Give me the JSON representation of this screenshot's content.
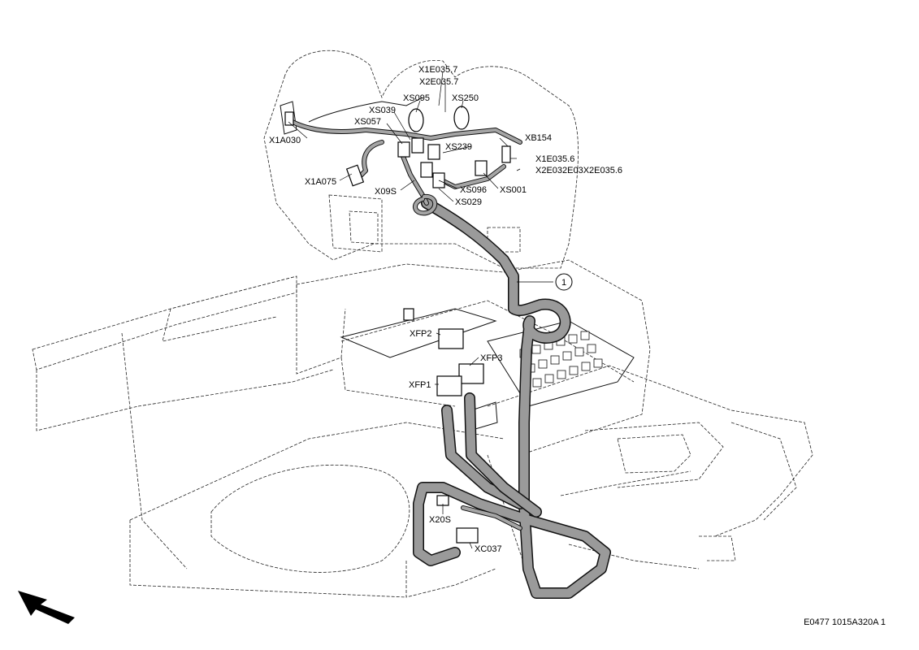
{
  "labels": {
    "x1e0357": "X1E035.7",
    "x2e0357": "X2E035.7",
    "xs095": "XS095",
    "xs250": "XS250",
    "xs039": "XS039",
    "xs057": "XS057",
    "x1a030": "X1A030",
    "xs239": "XS239",
    "xb154": "XB154",
    "x1e0356": "X1E035.6",
    "x2e032": "X2E032E03X2E035.6",
    "x1a075": "X1A075",
    "x09s": "X09S",
    "xs096": "XS096",
    "xs001": "XS001",
    "xs029": "XS029",
    "callout_1": "1",
    "xfp2": "XFP2",
    "xfp3": "XFP3",
    "xfp1": "XFP1",
    "x20s": "X20S",
    "xc037": "XC037"
  },
  "reference_code": "E0477 1015A320A 1"
}
